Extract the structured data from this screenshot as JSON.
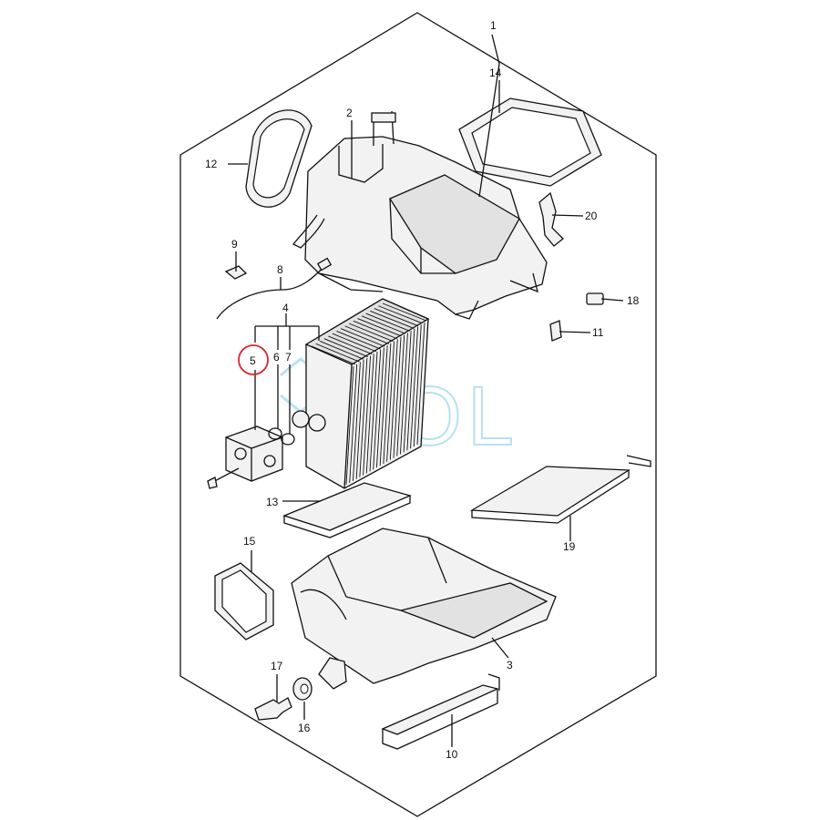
{
  "header": {
    "title": ""
  },
  "watermark": {
    "text": "SOL",
    "color": "#7fc8e6"
  },
  "highlight": {
    "part": "5",
    "color": "#d9262c"
  },
  "callouts": [
    "1",
    "2",
    "3",
    "4",
    "5",
    "6",
    "7",
    "8",
    "9",
    "10",
    "11",
    "12",
    "13",
    "14",
    "15",
    "16",
    "17",
    "18",
    "19",
    "20"
  ]
}
